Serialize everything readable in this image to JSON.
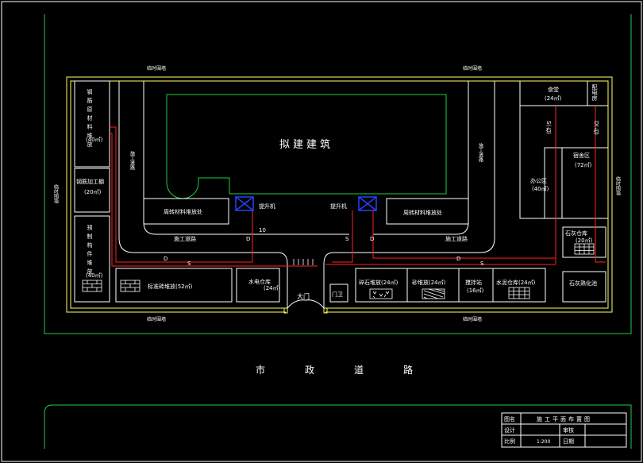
{
  "labels": {
    "fence_top_left": "临时围墙",
    "fence_top_right": "临时围墙",
    "fence_bottom_left": "临时围墙",
    "fence_bottom_right": "临时围墙",
    "fence_left": "临时围墙",
    "fence_right": "临时围墙",
    "proposed_building": "拟建建筑",
    "road_left_vertical": "施工道路",
    "road_right_vertical": "施工道路",
    "road_bottom_left": "施工道路",
    "road_bottom_right": "施工道路",
    "turnover_left": "周转材料堆放处",
    "turnover_right": "周转材料堆放处",
    "hoist_left": "提升机",
    "hoist_right": "提升机",
    "rebar_yard": "钢筋原材料堆放",
    "rebar_area": "(40㎡)",
    "rebar_processing": "钢筋加工棚",
    "rebar_processing_area": "(20㎡)",
    "precast_yard": "预制构件堆放",
    "precast_area": "(40㎡)",
    "brick_yard": "标准砖堆放(52㎡)",
    "hw_store": "水电仓库",
    "hw_store_area": "(24㎡)",
    "main_gate": "大门",
    "guard": "门卫",
    "gravel_yard": "碎石堆放(24㎡)",
    "sand_yard": "砂堆放(24㎡)",
    "mixing_station": "搅拌站",
    "mixing_area": "(16㎡)",
    "cement_store": "水泥仓库(24㎡)",
    "canteen": "食堂",
    "canteen_area": "(24㎡)",
    "distribution_room": "配电房",
    "dormitory": "宿舍区",
    "dormitory_area": "(72㎡)",
    "office": "办公区",
    "office_area": "(40㎡)",
    "lime_store": "石灰仓库",
    "lime_store_area": "(20㎡)",
    "lime_pit": "石灰熟化池",
    "municipal_road": "市政道路",
    "pipe_s_right": "S(右)",
    "pipe_d_right": "D(右)",
    "line_d": "D",
    "line_s": "S",
    "line_10": "10"
  },
  "title_block": {
    "name_label": "图名",
    "name_value": "施工平面布置图",
    "design_label": "设计",
    "review_label": "审核",
    "scale_label": "比例",
    "scale_value": "1:200",
    "date_label": "日期"
  },
  "colors": {
    "background": "#000000",
    "fence": "#ffff66",
    "boundary": "#22cc44",
    "pipe": "#ff2222",
    "outline": "#ffffff",
    "hoist": "#2244ff"
  }
}
